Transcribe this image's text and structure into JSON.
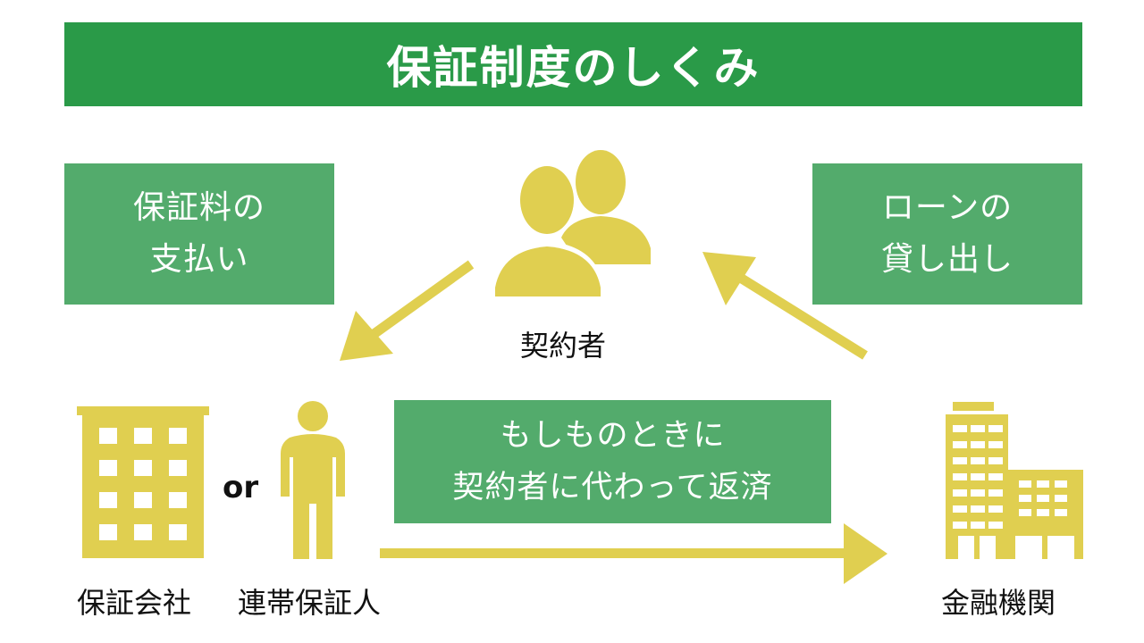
{
  "title": "保証制度のしくみ",
  "boxes": {
    "guarantee_fee": {
      "line1": "保証料の",
      "line2": "支払い"
    },
    "loan": {
      "line1": "ローンの",
      "line2": "貸し出し"
    },
    "repayment": {
      "line1": "もしものときに",
      "line2": "契約者に代わって返済"
    }
  },
  "labels": {
    "contractor": "契約者",
    "or": "or",
    "guarantee_company": "保証会社",
    "joint_guarantor": "連帯保証人",
    "financial_institution": "金融機関"
  },
  "colors": {
    "title_bg": "#2a9a48",
    "box_bg": "#53ab6c",
    "icon": "#e0cf50"
  },
  "icons": [
    "people-icon",
    "office-building-icon",
    "person-icon",
    "bank-building-icon"
  ]
}
